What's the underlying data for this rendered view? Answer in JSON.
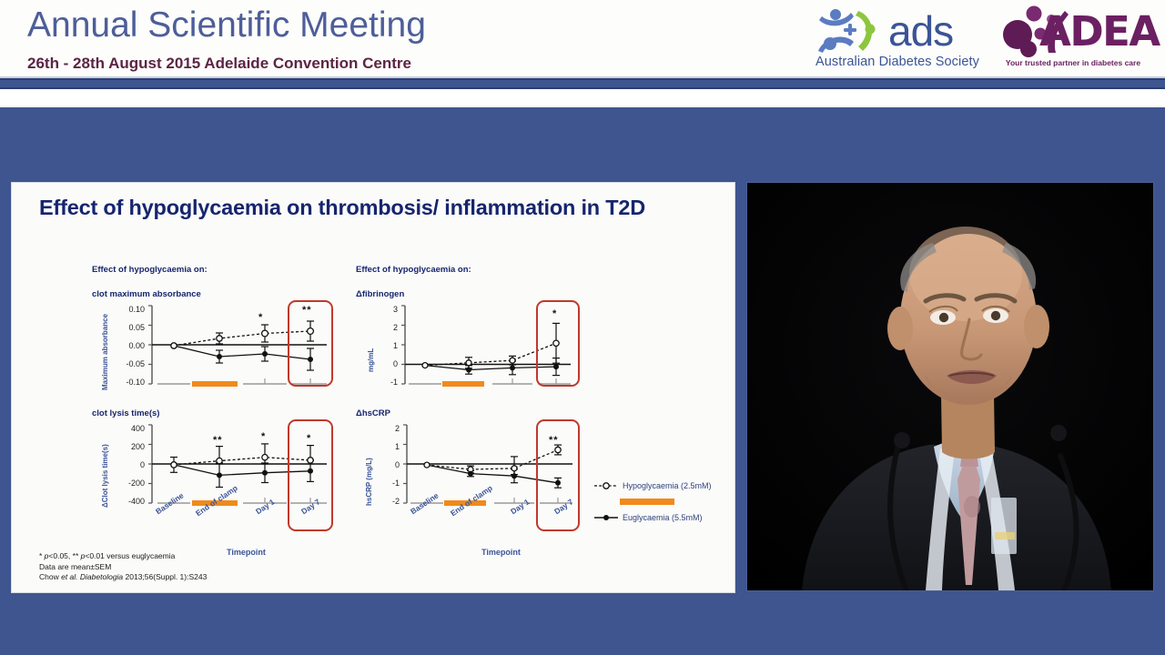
{
  "header": {
    "title": "Annual Scientific Meeting",
    "subtitle": "26th - 28th August 2015 Adelaide Convention Centre",
    "logos": {
      "ads_word": "ads",
      "ads_tagline": "Australian Diabetes Society",
      "adea_word": "ADEA",
      "adea_tagline": "Your trusted partner in diabetes care"
    },
    "colors": {
      "title": "#4d5e99",
      "subtitle": "#5b2544",
      "bar": "#3f558f",
      "page_background": "#3f558f"
    }
  },
  "slide": {
    "title": "Effect of hypoglycaemia on thrombosis/ inflammation in T2D",
    "panel_left_heading": "Effect of hypoglycaemia on:",
    "panel_right_heading": "Effect of hypoglycaemia on:",
    "legend": {
      "hypo_label": "Hypoglycaemia (2.5mM)",
      "eu_label": "Euglycaemia    (5.5mM)",
      "clamp_bar_color": "#f08a1b"
    },
    "footnote": {
      "line1_a": "* ",
      "line1_p": "p",
      "line1_b": "<0.05, ** ",
      "line1_p2": "p",
      "line1_c": "<0.01 versus euglycaemia",
      "line2": "Data are mean±SEM",
      "line3_a": "Chow ",
      "line3_italic1": "et al.",
      "line3_b": " ",
      "line3_italic2": "Diabetologia",
      "line3_c": " 2013;56(Suppl. 1):S243"
    },
    "highlight_box_color": "#c0392b",
    "highlighted_timepoint": "Day 7"
  },
  "chart_data": [
    {
      "id": "clot-maximum-absorbance",
      "type": "line",
      "title": "clot maximum absorbance",
      "xlabel": "",
      "ylabel": "Maximum absorbance",
      "categories": [
        "Baseline",
        "End of clamp",
        "Day 1",
        "Day 7"
      ],
      "ylim": [
        -0.1,
        0.1
      ],
      "yticks": [
        "0.10",
        "0.05",
        "0.00",
        "-0.05",
        "-0.10"
      ],
      "ytick_values": [
        0.1,
        0.05,
        0.0,
        -0.05,
        -0.1
      ],
      "grid": false,
      "legend_position": "external-right",
      "series": [
        {
          "name": "Hypoglycaemia (2.5mM)",
          "style": "dashed-open-marker",
          "values": [
            -0.002,
            0.016,
            0.03,
            0.035
          ],
          "errors": [
            0.004,
            0.013,
            0.02,
            0.027
          ]
        },
        {
          "name": "Euglycaemia (5.5mM)",
          "style": "solid-filled-marker",
          "values": [
            -0.002,
            -0.03,
            -0.023,
            -0.037
          ],
          "errors": [
            0.004,
            0.016,
            0.018,
            0.028
          ]
        }
      ],
      "annotations": [
        {
          "category": "Day 1",
          "text": "*"
        },
        {
          "category": "Day 7",
          "text": "**"
        }
      ]
    },
    {
      "id": "delta-fibrinogen",
      "type": "line",
      "title": "Δfibrinogen",
      "xlabel": "",
      "ylabel": "mg/mL",
      "categories": [
        "Baseline",
        "End of clamp",
        "Day 1",
        "Day 7"
      ],
      "ylim": [
        -1,
        3
      ],
      "yticks": [
        "3",
        "2",
        "1",
        "0",
        "-1"
      ],
      "ytick_values": [
        3,
        2,
        1,
        0,
        -1
      ],
      "grid": false,
      "series": [
        {
          "name": "Hypoglycaemia (2.5mM)",
          "style": "dashed-open-marker",
          "values": [
            -0.05,
            0.08,
            0.2,
            1.08
          ],
          "errors": [
            0.08,
            0.28,
            0.22,
            1.02
          ]
        },
        {
          "name": "Euglycaemia (5.5mM)",
          "style": "solid-filled-marker",
          "values": [
            -0.05,
            -0.28,
            -0.18,
            -0.12
          ],
          "errors": [
            0.08,
            0.22,
            0.25,
            0.35
          ]
        }
      ],
      "annotations": [
        {
          "category": "Day 7",
          "text": "*"
        }
      ]
    },
    {
      "id": "clot-lysis-time",
      "type": "line",
      "title": "clot lysis time(s)",
      "xlabel": "Timepoint",
      "ylabel": "ΔClot lysis time(s)",
      "categories": [
        "Baseline",
        "End of clamp",
        "Day 1",
        "Day 7"
      ],
      "ylim": [
        -400,
        400
      ],
      "yticks": [
        "400",
        "200",
        "0",
        "-200",
        "-400"
      ],
      "ytick_values": [
        400,
        200,
        0,
        -200,
        -400
      ],
      "grid": false,
      "series": [
        {
          "name": "Hypoglycaemia (2.5mM)",
          "style": "dashed-open-marker",
          "values": [
            -8,
            32,
            68,
            38
          ],
          "errors": [
            78,
            148,
            138,
            152
          ]
        },
        {
          "name": "Euglycaemia (5.5mM)",
          "style": "solid-filled-marker",
          "values": [
            -8,
            -115,
            -90,
            -72
          ],
          "errors": [
            145,
            122,
            100,
            108
          ]
        }
      ],
      "annotations": [
        {
          "category": "End of clamp",
          "text": "**"
        },
        {
          "category": "Day 1",
          "text": "*"
        },
        {
          "category": "Day 7",
          "text": "*"
        }
      ]
    },
    {
      "id": "delta-hscrp",
      "type": "line",
      "title": "ΔhsCRP",
      "xlabel": "Timepoint",
      "ylabel": "hsCRP (mg/L)",
      "categories": [
        "Baseline",
        "End of clamp",
        "Day 1",
        "Day 7"
      ],
      "ylim": [
        -2,
        2
      ],
      "yticks": [
        "2",
        "1",
        "0",
        "-1",
        "-2"
      ],
      "ytick_values": [
        2,
        1,
        0,
        -1,
        -2
      ],
      "grid": false,
      "series": [
        {
          "name": "Hypoglycaemia (2.5mM)",
          "style": "dashed-open-marker",
          "values": [
            -0.05,
            -0.28,
            -0.22,
            0.72
          ],
          "errors": [
            0.05,
            0.18,
            0.32,
            0.25
          ]
        },
        {
          "name": "Euglycaemia (5.5mM)",
          "style": "solid-filled-marker",
          "values": [
            -0.05,
            -0.48,
            -0.6,
            -0.95
          ],
          "errors": [
            0.05,
            0.15,
            0.35,
            0.25
          ]
        }
      ],
      "annotations": [
        {
          "category": "Day 7",
          "text": "**"
        }
      ]
    }
  ],
  "video": {
    "alt": "Presenter speaking at lectern with two microphones",
    "background": "#000000"
  }
}
